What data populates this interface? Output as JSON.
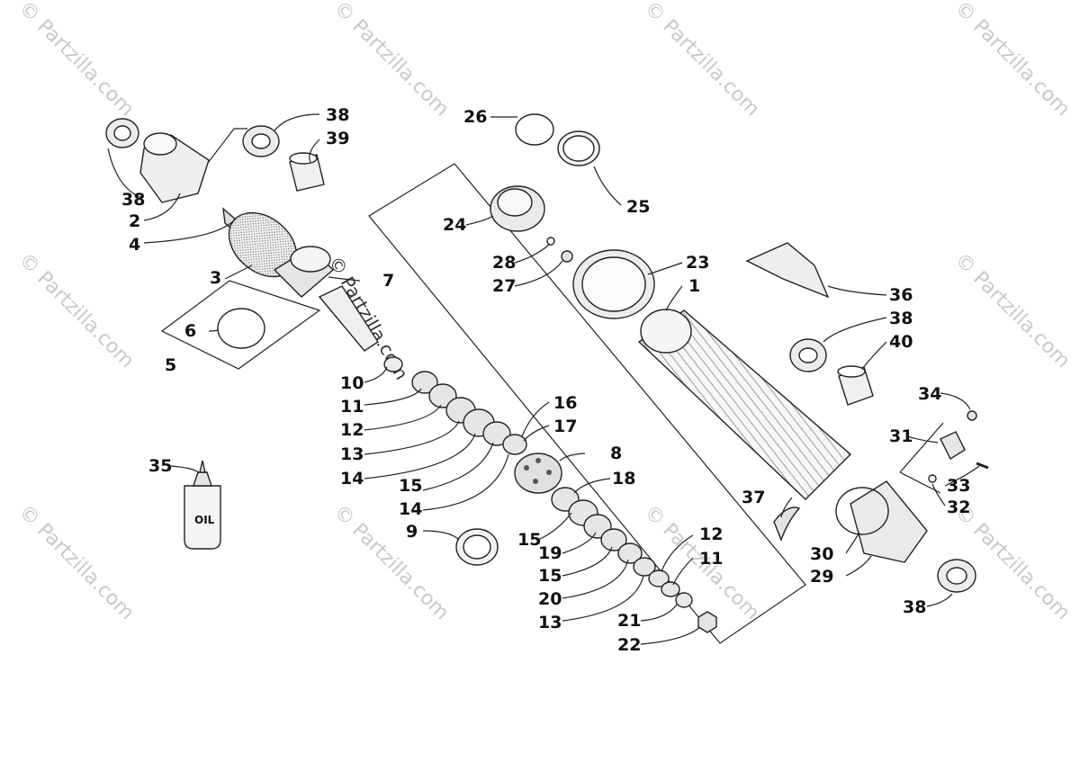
{
  "watermark": "© Partzilla.com",
  "bottle_label": "OIL",
  "callouts": {
    "c1": "1",
    "c2": "2",
    "c3": "3",
    "c4": "4",
    "c5": "5",
    "c6": "6",
    "c7": "7",
    "c8": "8",
    "c9": "9",
    "c10": "10",
    "c11a": "11",
    "c11b": "11",
    "c12a": "12",
    "c12b": "12",
    "c13a": "13",
    "c13b": "13",
    "c14a": "14",
    "c14b": "14",
    "c15a": "15",
    "c15b": "15",
    "c15c": "15",
    "c16": "16",
    "c17": "17",
    "c18": "18",
    "c19": "19",
    "c20": "20",
    "c21": "21",
    "c22": "22",
    "c23": "23",
    "c24": "24",
    "c25": "25",
    "c26": "26",
    "c27": "27",
    "c28": "28",
    "c29": "29",
    "c30": "30",
    "c31": "31",
    "c32": "32",
    "c33": "33",
    "c34": "34",
    "c35": "35",
    "c36": "36",
    "c37": "37",
    "c38a": "38",
    "c38b": "38",
    "c38c": "38",
    "c38d": "38",
    "c39": "39",
    "c40": "40"
  }
}
